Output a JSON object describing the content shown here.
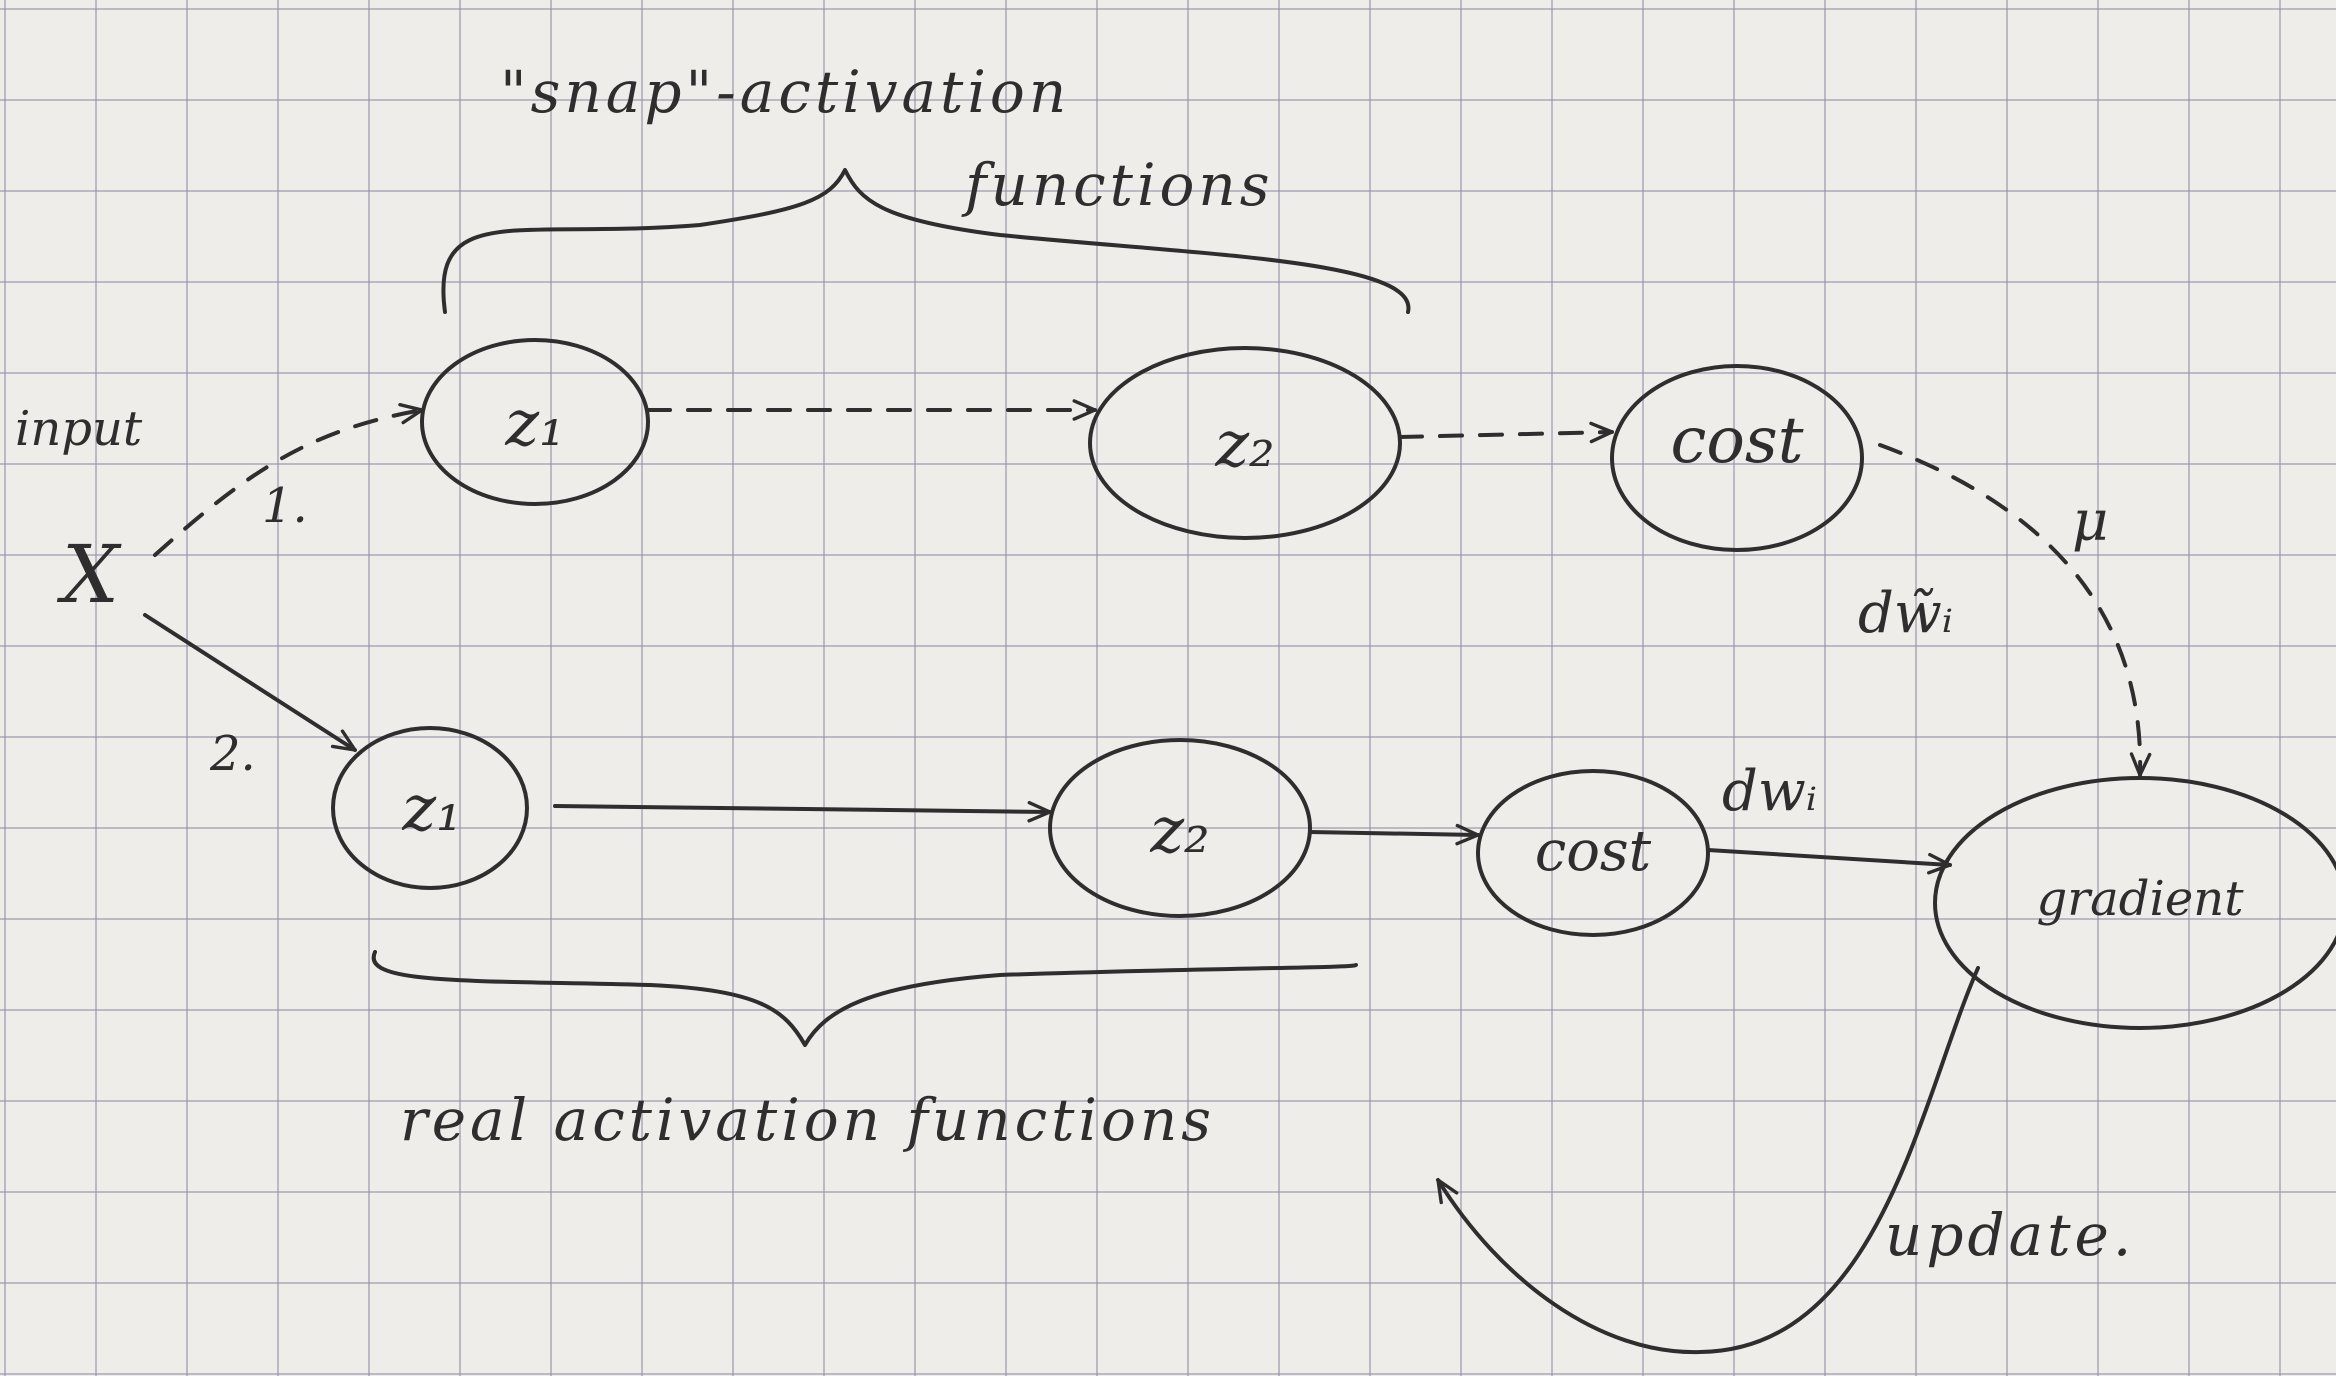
{
  "labels": {
    "snap_line1": "\"snap\"-activation",
    "snap_line2": "functions",
    "real": "real activation functions",
    "input": "input",
    "x": "X",
    "path1": "1.",
    "path2": "2.",
    "dw_tilde": "dw̃ᵢ",
    "dw": "dwᵢ",
    "mu": "μ",
    "update": "update."
  },
  "nodes": {
    "z1_snap": "z₁",
    "z2_snap": "z₂",
    "cost_snap": "cost",
    "z1_real": "z₁",
    "z2_real": "z₂",
    "cost_real": "cost",
    "gradient": "gradient"
  },
  "colors": {
    "ink": "#2f2d2e",
    "paper": "#efedea",
    "grid": "#968ca5"
  }
}
